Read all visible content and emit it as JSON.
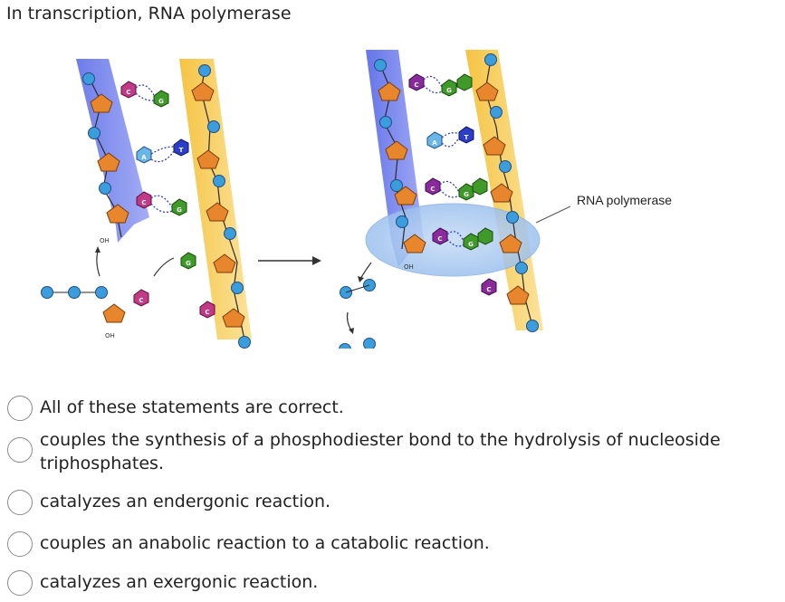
{
  "question": "In transcription, RNA polymerase",
  "figure": {
    "label_polymerase": "RNA polymerase",
    "label_oh": "OH",
    "base_letters": [
      "C",
      "G",
      "A",
      "T",
      "G",
      "C"
    ]
  },
  "options": [
    "All of these statements are correct.",
    "couples the synthesis of a phosphodiester bond to the hydrolysis of nucleoside triphosphates.",
    "catalyzes an endergonic reaction.",
    "couples an anabolic reaction to a catabolic reaction.",
    "catalyzes an exergonic reaction."
  ],
  "colors": {
    "blue_strand": "#7b86ee",
    "yellow_strand": "#f8d36a",
    "sugar": "#e8862e",
    "phosphate": "#3b9ddb",
    "purple_base": "#c23a86",
    "green_base": "#3f9a2a",
    "blue_base": "#2c3ec9"
  }
}
